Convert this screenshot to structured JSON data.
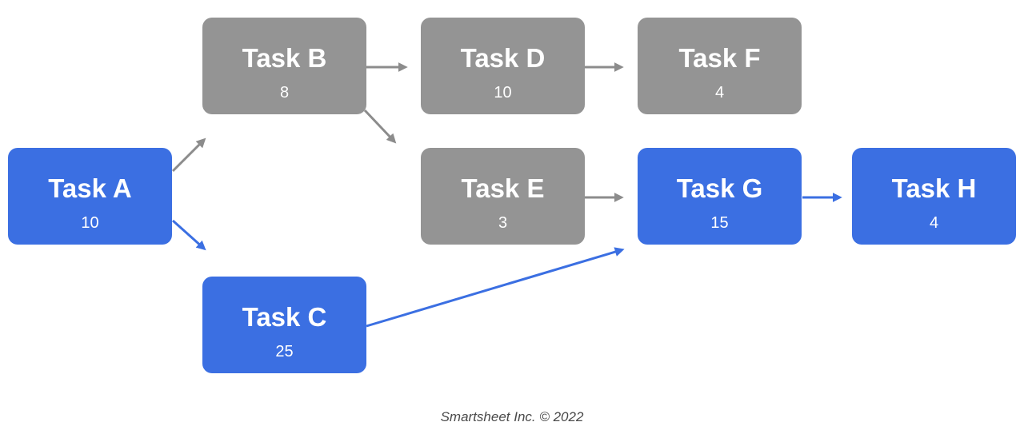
{
  "colors": {
    "critical": "#3b6fe2",
    "normal": "#949494",
    "critical_link": "#3b6fe2",
    "normal_link": "#8c8c8c"
  },
  "tasks": [
    {
      "id": "A",
      "name": "Task A",
      "duration": "10",
      "critical": true
    },
    {
      "id": "B",
      "name": "Task B",
      "duration": "8",
      "critical": false
    },
    {
      "id": "C",
      "name": "Task C",
      "duration": "25",
      "critical": true
    },
    {
      "id": "D",
      "name": "Task D",
      "duration": "10",
      "critical": false
    },
    {
      "id": "E",
      "name": "Task E",
      "duration": "3",
      "critical": false
    },
    {
      "id": "F",
      "name": "Task F",
      "duration": "4",
      "critical": false
    },
    {
      "id": "G",
      "name": "Task G",
      "duration": "15",
      "critical": true
    },
    {
      "id": "H",
      "name": "Task H",
      "duration": "4",
      "critical": true
    }
  ],
  "dependencies": [
    {
      "from": "A",
      "to": "B",
      "critical": false
    },
    {
      "from": "A",
      "to": "C",
      "critical": true
    },
    {
      "from": "B",
      "to": "D",
      "critical": false
    },
    {
      "from": "B",
      "to": "E",
      "critical": false
    },
    {
      "from": "D",
      "to": "F",
      "critical": false
    },
    {
      "from": "E",
      "to": "G",
      "critical": false
    },
    {
      "from": "C",
      "to": "G",
      "critical": true
    },
    {
      "from": "G",
      "to": "H",
      "critical": true
    }
  ],
  "footer": {
    "credit": "Smartsheet Inc. © 2022"
  }
}
